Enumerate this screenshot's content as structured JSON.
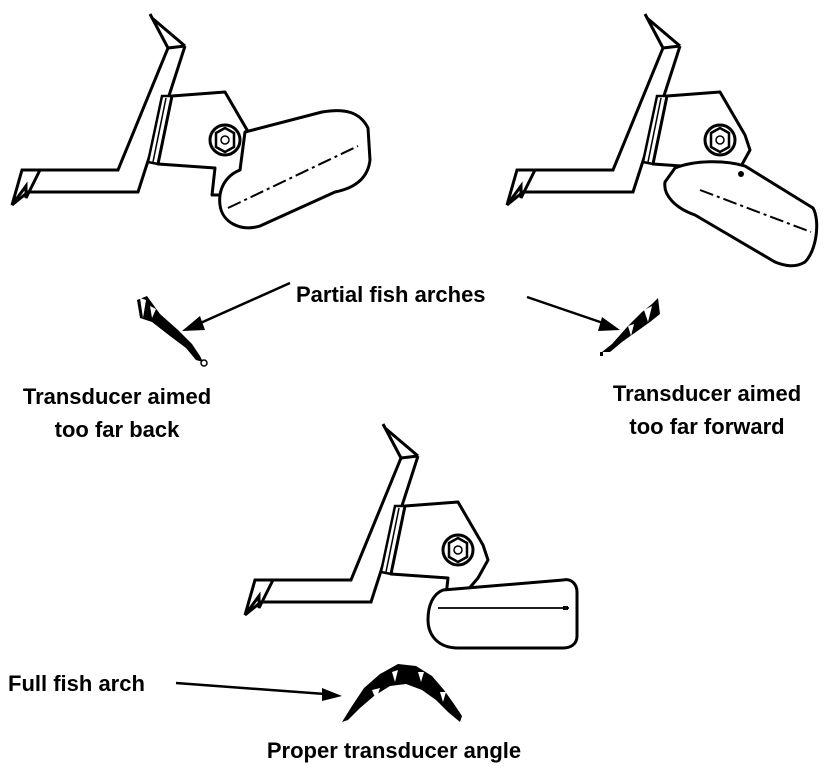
{
  "labels": {
    "partial_arches": "Partial fish arches",
    "aimed_back_line1": "Transducer aimed",
    "aimed_back_line2": "too far back",
    "aimed_forward_line1": "Transducer aimed",
    "aimed_forward_line2": "too far forward",
    "full_arch": "Full fish arch",
    "proper_angle": "Proper transducer angle"
  },
  "colors": {
    "ink": "#000000",
    "paper": "#ffffff"
  },
  "panels": [
    {
      "id": "too-far-back",
      "transducer_tilt": "nose-down"
    },
    {
      "id": "too-far-forward",
      "transducer_tilt": "nose-up"
    },
    {
      "id": "proper",
      "transducer_tilt": "level"
    }
  ]
}
